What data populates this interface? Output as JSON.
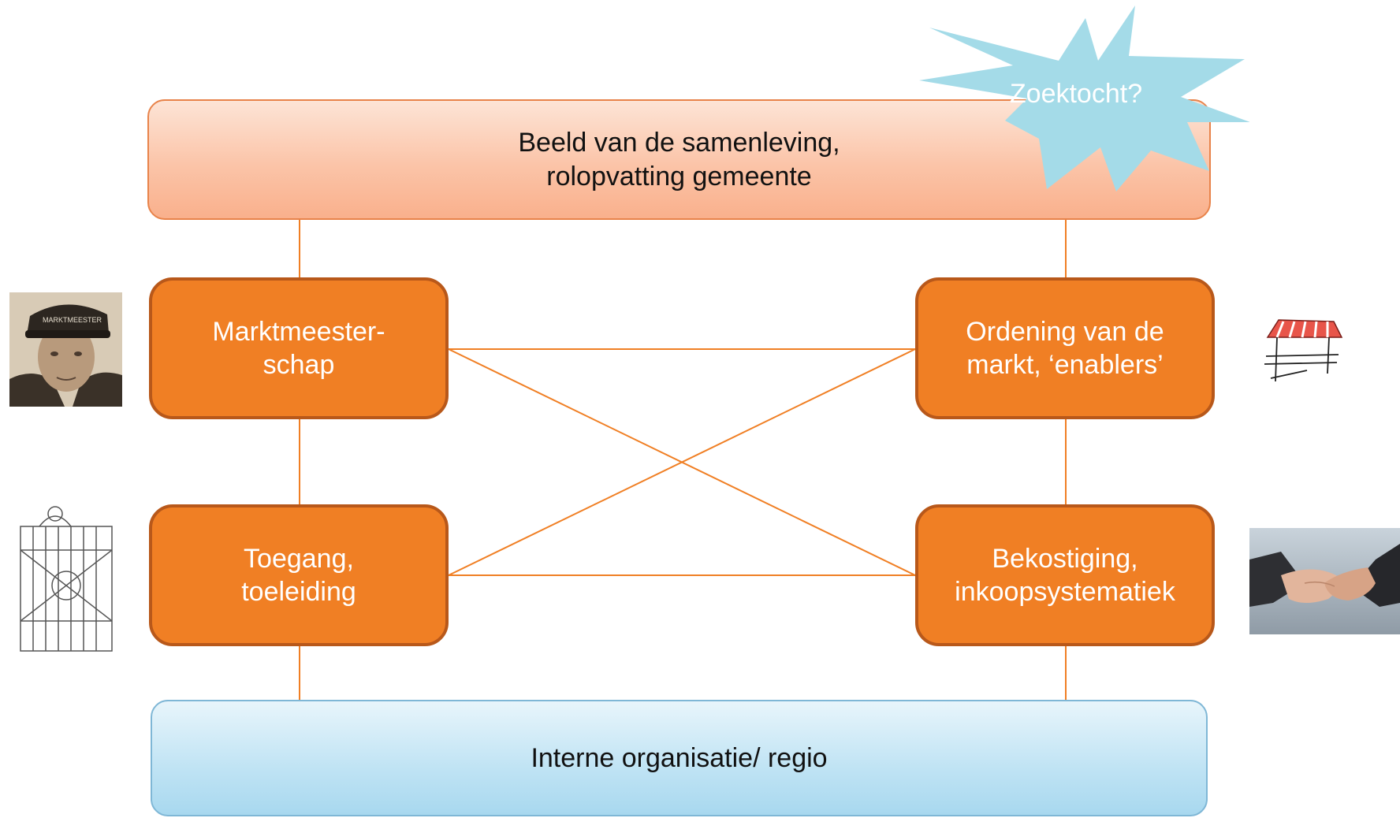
{
  "top_box": {
    "line1": "Beeld van de samenleving,",
    "line2": "rolopvatting gemeente"
  },
  "burst": {
    "label": "Zoektocht?",
    "color": "#a4dbe8"
  },
  "nodes": {
    "marktmeesterschap": {
      "line1": "Marktmeester-",
      "line2": "schap"
    },
    "ordening": {
      "line1": "Ordening van de",
      "line2": "markt, ‘enablers’"
    },
    "toegang": {
      "line1": "Toegang,",
      "line2": "toeleiding"
    },
    "bekostiging": {
      "line1": "Bekostiging,",
      "line2": "inkoopsystematiek"
    }
  },
  "bottom_box": {
    "label": "Interne organisatie/ regio"
  },
  "pictures": {
    "man": "marktmeester-photo",
    "gate": "gate-sketch",
    "stall": "market-stall-icon",
    "hands": "handshake-photo"
  },
  "colors": {
    "node_fill": "#f07f24",
    "node_border": "#b8581a",
    "connector": "#f07f24",
    "top_box_fill": "#fbc4a8",
    "bottom_box_fill": "#bfe3f4"
  }
}
